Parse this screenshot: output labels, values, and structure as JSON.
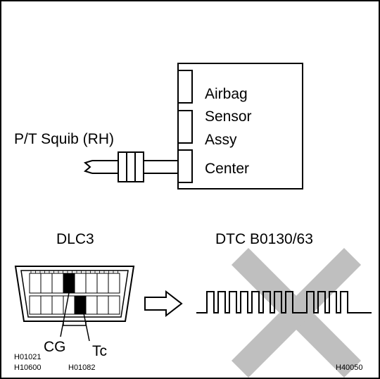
{
  "ecu": {
    "lines": [
      "Airbag",
      "Sensor",
      "Assy",
      "Center"
    ]
  },
  "squib_label": "P/T Squib (RH)",
  "dlc_label": "DLC3",
  "dtc_label": "DTC B0130/63",
  "pins": {
    "cg": "CG",
    "tc": "Tc"
  },
  "codes": {
    "left_top": "H01021",
    "left_bottom_1": "H10600",
    "left_bottom_2": "H01082",
    "right_bottom": "H40050"
  }
}
